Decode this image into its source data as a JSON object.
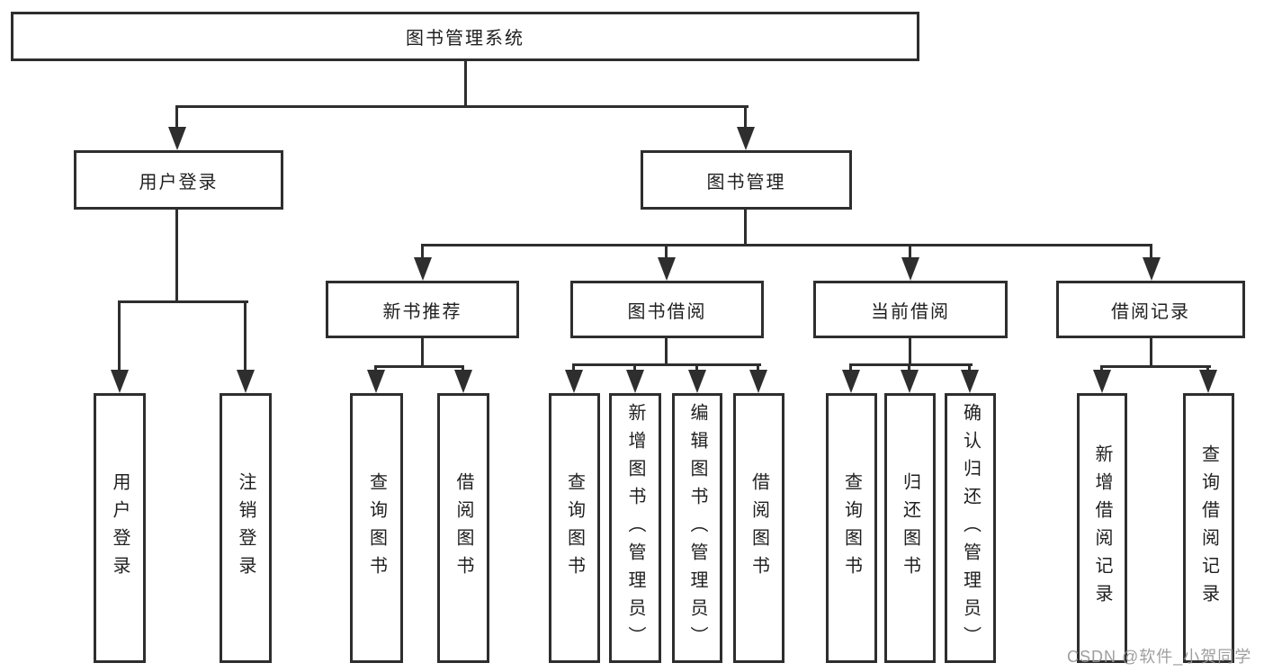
{
  "diagram": {
    "title_node": "图书管理系统",
    "nodes": {
      "root": {
        "label": "图书管理系统"
      },
      "user_login": {
        "label": "用户登录"
      },
      "book_mgmt": {
        "label": "图书管理"
      },
      "new_book_rec": {
        "label": "新书推荐"
      },
      "book_borrow": {
        "label": "图书借阅"
      },
      "current_borrow": {
        "label": "当前借阅"
      },
      "borrow_record": {
        "label": "借阅记录"
      },
      "leaf_user_login": {
        "label": "用户登录"
      },
      "leaf_logout": {
        "label": "注销登录"
      },
      "leaf_nbr_query": {
        "label": "查询图书"
      },
      "leaf_nbr_borrow": {
        "label": "借阅图书"
      },
      "leaf_bb_query": {
        "label": "查询图书"
      },
      "leaf_bb_add": {
        "label": "新增图书（管理员）"
      },
      "leaf_bb_edit": {
        "label": "编辑图书（管理员）"
      },
      "leaf_bb_borrow": {
        "label": "借阅图书"
      },
      "leaf_cb_query": {
        "label": "查询图书"
      },
      "leaf_cb_return": {
        "label": "归还图书"
      },
      "leaf_cb_confirm": {
        "label": "确认归还（管理员）"
      },
      "leaf_br_add": {
        "label": "新增借阅记录"
      },
      "leaf_br_query": {
        "label": "查询借阅记录"
      }
    },
    "tree": {
      "图书管理系统": {
        "用户登录": [
          "用户登录",
          "注销登录"
        ],
        "图书管理": {
          "新书推荐": [
            "查询图书",
            "借阅图书"
          ],
          "图书借阅": [
            "查询图书",
            "新增图书（管理员）",
            "编辑图书（管理员）",
            "借阅图书"
          ],
          "当前借阅": [
            "查询图书",
            "归还图书",
            "确认归还（管理员）"
          ],
          "借阅记录": [
            "新增借阅记录",
            "查询借阅记录"
          ]
        }
      }
    },
    "colors": {
      "line": "#2e2e2e",
      "box_border": "#2e2e2e",
      "text": "#1f1f1f",
      "background": "#ffffff",
      "watermark": "#969696"
    }
  },
  "watermark": {
    "text": "CSDN @软件_小贺同学"
  }
}
